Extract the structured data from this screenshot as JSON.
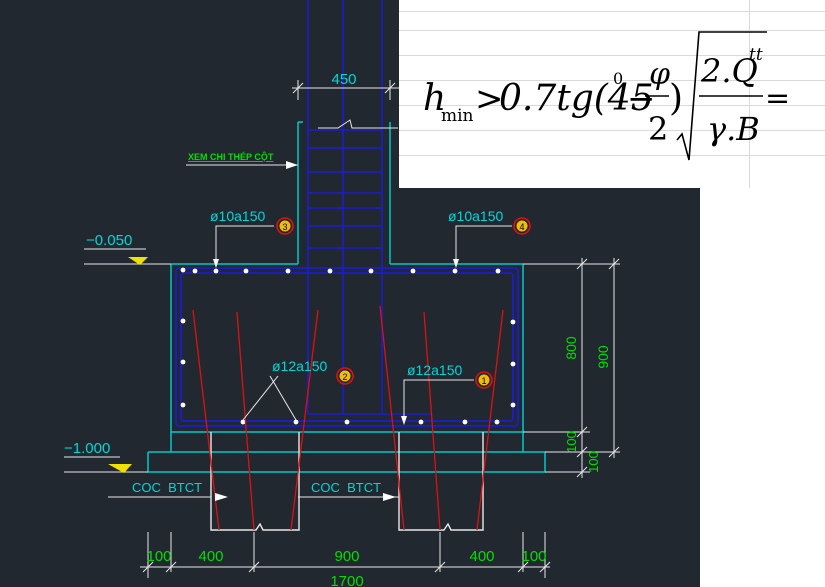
{
  "colors": {
    "background": "#212830",
    "outline_cyan": "#00c8c8",
    "rebar_blue": "#1c1cd0",
    "pile_rebar_red": "#e01010",
    "label_cyan": "#00d8d8",
    "label_green": "#00e000",
    "dimension_white": "#e8e8e8",
    "level_yellow": "#f0e000",
    "marker_red": "#e01010"
  },
  "column": {
    "width_label": "450"
  },
  "note": {
    "text": "XEM CHI THÉP CỘT"
  },
  "rebar_labels": [
    {
      "text": "ø10a150",
      "marker": "3"
    },
    {
      "text": "ø10a150",
      "marker": "4"
    },
    {
      "text": "ø12a150",
      "marker": "2"
    },
    {
      "text": "ø12a150",
      "marker": "1"
    }
  ],
  "levels": {
    "top": "−0.050",
    "bottom": "−1.000"
  },
  "piles": {
    "label_left": "COC  BTCT",
    "label_right": "COC  BTCT"
  },
  "dimensions": {
    "vertical": {
      "d800": "800",
      "d900": "900",
      "d100a": "100",
      "d100b": "100"
    },
    "bottom": [
      "100",
      "400",
      "900",
      "400",
      "100"
    ],
    "total": "1700"
  },
  "formula": {
    "lhs_main": "h",
    "lhs_sub": "min",
    "operator": ">",
    "coef": "0.7tg(45",
    "deg": "0",
    "minus": "−",
    "phi": "φ",
    "two": "2",
    "close": ")",
    "num_main": "2.Q",
    "num_sup": "tt",
    "den": "γ.B",
    "equals": "="
  }
}
